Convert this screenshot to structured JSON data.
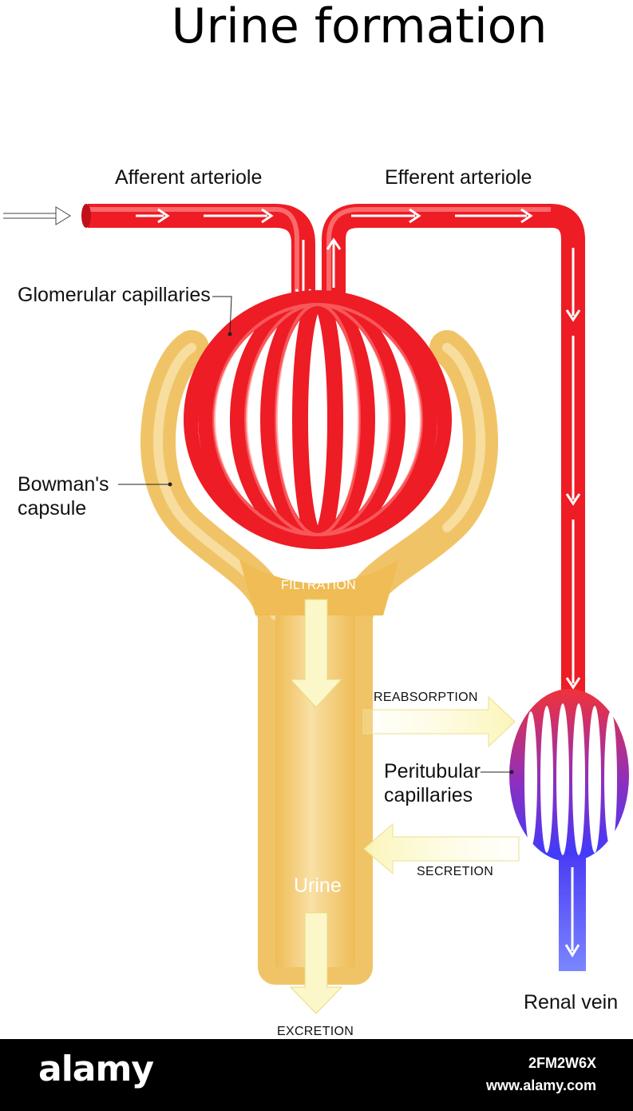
{
  "title": "Urine formation",
  "labels": {
    "afferent": "Afferent arteriole",
    "efferent": "Efferent arteriole",
    "glomerular": "Glomerular capillaries",
    "bowman_line1": "Bowman's",
    "bowman_line2": "capsule",
    "filtration": "FILTRATION",
    "reabsorption": "REABSORPTION",
    "peritubular_line1": "Peritubular",
    "peritubular_line2": "capillaries",
    "secretion": "SECRETION",
    "urine": "Urine",
    "renal_vein": "Renal vein",
    "excretion": "EXCRETION"
  },
  "footer": {
    "brand": "alamy",
    "image_id": "2FM2W6X",
    "site": "www.alamy.com"
  },
  "colors": {
    "artery_red": "#ee1c24",
    "vein_blue": "#3b39ff",
    "capsule_yellow": "#f2c46a",
    "flow_arrow": "#fbf7c8",
    "footer_bg": "#000000"
  }
}
